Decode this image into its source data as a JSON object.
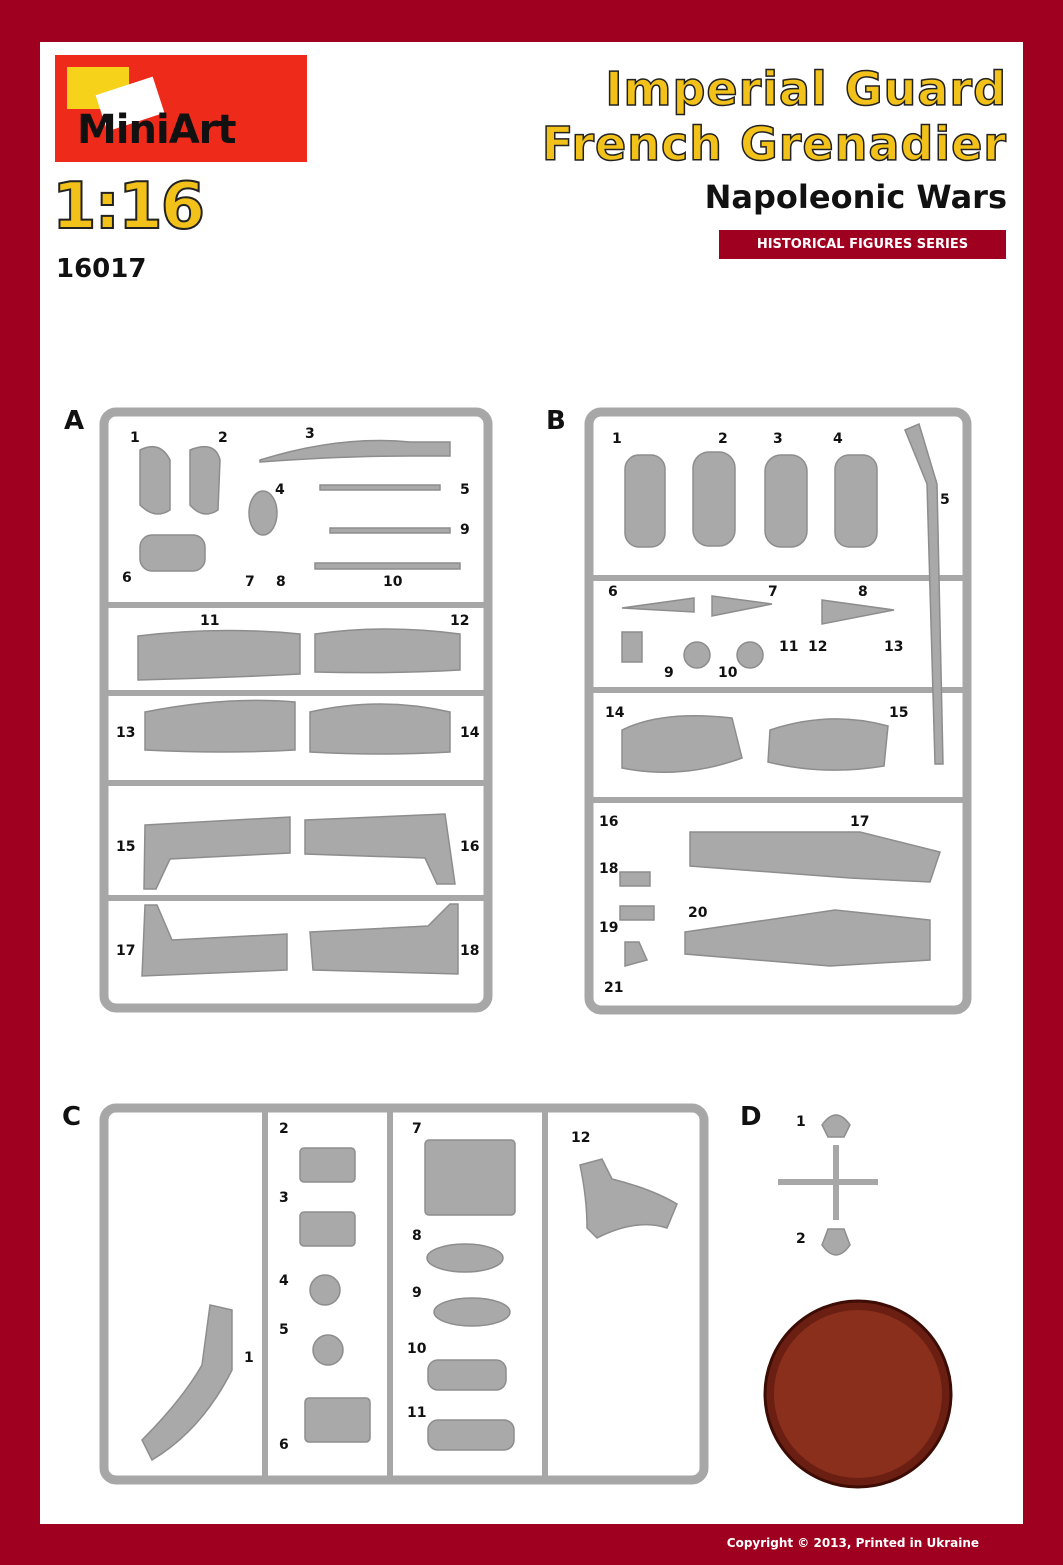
{
  "brand": {
    "logo_text": "MiniArt"
  },
  "product": {
    "scale": "1:16",
    "code": "16017",
    "title_line1": "Imperial Guard",
    "title_line2": "French Grenadier",
    "subtitle": "Napoleonic Wars",
    "series": "HISTORICAL FIGURES  SERIES"
  },
  "sprues": {
    "A": {
      "label": "A",
      "parts": [
        "1",
        "2",
        "3",
        "4",
        "5",
        "6",
        "7",
        "8",
        "9",
        "10",
        "11",
        "12",
        "13",
        "14",
        "15",
        "16",
        "17",
        "18"
      ]
    },
    "B": {
      "label": "B",
      "parts": [
        "1",
        "2",
        "3",
        "4",
        "5",
        "6",
        "7",
        "8",
        "9",
        "10",
        "11",
        "12",
        "13",
        "14",
        "15",
        "16",
        "17",
        "18",
        "19",
        "20",
        "21"
      ]
    },
    "C": {
      "label": "C",
      "parts": [
        "1",
        "2",
        "3",
        "4",
        "5",
        "6",
        "7",
        "8",
        "9",
        "10",
        "11",
        "12"
      ]
    },
    "D": {
      "label": "D",
      "parts": [
        "1",
        "2"
      ]
    }
  },
  "footer": {
    "copyright": "Copyright © 2013,  Printed in Ukraine"
  },
  "colors": {
    "border": "#a0001f",
    "logo_red": "#ee2a1b",
    "title_yellow": "#f2c21a",
    "sprue_grey": "#a9a9a9",
    "base_brown": "#8a2f1c"
  }
}
